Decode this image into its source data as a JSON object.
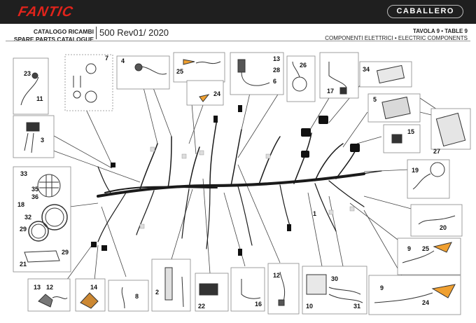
{
  "header": {
    "brand": "FANTIC",
    "model": "CABALLERO",
    "catalog_it": "CATALOGO RICAMBI",
    "catalog_en": "SPARE PARTS CATALOGUE",
    "edition": "500 Rev01/ 2020",
    "table": "TAVOLA 9 • TABLE 9",
    "section": "COMPONENTI ELETTRICI • ELECTRIC COMPONENTS"
  },
  "parts": {
    "p1": "1",
    "p2": "2",
    "p3": "3",
    "p4": "4",
    "p5": "5",
    "p6": "6",
    "p7": "7",
    "p8": "8",
    "p9a": "9",
    "p9b": "9",
    "p10": "10",
    "p11": "11",
    "p12a": "12",
    "p12b": "12",
    "p13a": "13",
    "p13b": "13",
    "p14": "14",
    "p15": "15",
    "p16": "16",
    "p17": "17",
    "p18": "18",
    "p19": "19",
    "p20": "20",
    "p21": "21",
    "p22": "22",
    "p23": "23",
    "p24a": "24",
    "p24b": "24",
    "p25a": "25",
    "p25b": "25",
    "p26": "26",
    "p27": "27",
    "p28": "28",
    "p29a": "29",
    "p29b": "29",
    "p30": "30",
    "p31": "31",
    "p32": "32",
    "p33": "33",
    "p34": "34",
    "p35": "35",
    "p36": "36"
  }
}
